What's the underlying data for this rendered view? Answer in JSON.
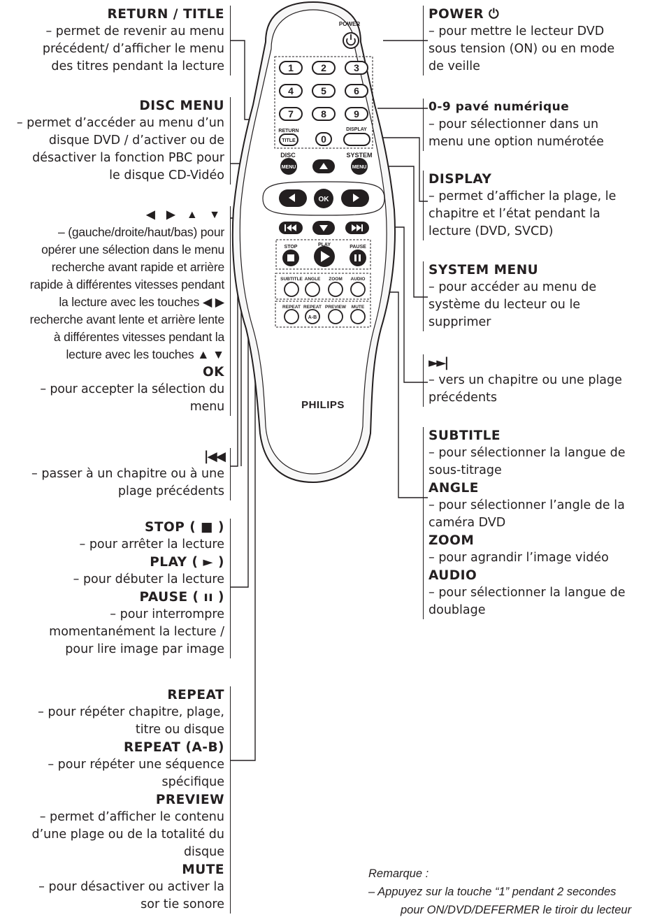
{
  "left_blocks": [
    {
      "id": "return-title",
      "title": "RETURN / TITLE",
      "lines": [
        "– permet de revenir au menu",
        "précédent/ d’afficher le menu",
        "des titres pendant la lecture"
      ]
    },
    {
      "id": "disc-menu",
      "title": "DISC MENU",
      "lines": [
        "– permet d’accéder au menu d’un",
        "disque DVD / d’activer ou de",
        "désactiver la fonction PBC pour",
        "le disque CD-Vidéo"
      ]
    },
    {
      "id": "arrows",
      "title": "◀ ▶ ▲ ▼",
      "lines": [
        "– (gauche/droite/haut/bas) pour",
        "opérer une sélection dans le menu",
        "recherche avant rapide et arrière",
        "rapide à différentes vitesses pendant",
        "la lecture avec les touches ◀ ▶",
        "recherche avant lente et arrière lente",
        "à différentes vitesses pendant la",
        "lecture avec les touches ▲ ▼"
      ],
      "sub_title": "OK",
      "sub_lines": [
        "– pour accepter la sélection du",
        "menu"
      ]
    },
    {
      "id": "prev",
      "title": "|◀◀",
      "lines": [
        "– passer à un chapitre ou à une",
        "plage précédents"
      ]
    },
    {
      "id": "stop-play-pause",
      "items": [
        {
          "title": "STOP ( ■ )",
          "lines": [
            "– pour arrêter la lecture"
          ]
        },
        {
          "title": "PLAY ( ► )",
          "lines": [
            "– pour débuter la lecture"
          ]
        },
        {
          "title": "PAUSE ( ıı )",
          "lines": [
            "– pour interrompre",
            "momentanément la lecture /",
            "pour lire image par image"
          ]
        }
      ]
    },
    {
      "id": "repeat-mute",
      "items": [
        {
          "title": "REPEAT",
          "lines": [
            "– pour répéter chapitre, plage,",
            "titre ou disque"
          ]
        },
        {
          "title": "REPEAT (A-B)",
          "lines": [
            "– pour répéter une séquence",
            "spécifique"
          ]
        },
        {
          "title": "PREVIEW",
          "lines": [
            "– permet d’afficher le contenu",
            "d’une plage ou de la totalité du",
            "disque"
          ]
        },
        {
          "title": "MUTE",
          "lines": [
            "– pour désactiver ou activer la",
            "sor tie sonore"
          ]
        }
      ]
    }
  ],
  "right_blocks": [
    {
      "id": "power",
      "title": "POWER ⏻",
      "lines": [
        "– pour mettre le lecteur DVD",
        "sous tension (ON) ou en mode",
        "de veille"
      ]
    },
    {
      "id": "numpad",
      "title": "0-9 pavé numérique",
      "lines": [
        "– pour sélectionner dans un",
        "menu une option numérotée"
      ]
    },
    {
      "id": "display",
      "title": "DISPLAY",
      "lines": [
        "– permet d’afficher la plage, le",
        "chapitre et l’état pendant la",
        "lecture (DVD, SVCD)"
      ]
    },
    {
      "id": "system-menu",
      "title": "SYSTEM MENU",
      "lines": [
        "– pour accéder au menu de",
        "système du lecteur ou le",
        "supprimer"
      ]
    },
    {
      "id": "next",
      "title": "►►|",
      "lines": [
        "– vers un chapitre ou une plage",
        "précédents"
      ]
    },
    {
      "id": "subtitle-audio",
      "items": [
        {
          "title": "SUBTITLE",
          "lines": [
            "– pour sélectionner la langue de",
            "sous-titrage"
          ]
        },
        {
          "title": "ANGLE",
          "lines": [
            "– pour sélectionner l’angle de la",
            "caméra DVD"
          ]
        },
        {
          "title": "ZOOM",
          "lines": [
            "– pour agrandir l’image vidéo"
          ]
        },
        {
          "title": "AUDIO",
          "lines": [
            "– pour sélectionner la langue de",
            "doublage"
          ]
        }
      ]
    }
  ],
  "note": {
    "title": "Remarque :",
    "line": "– Appuyez sur la touche “1” pendant 2 secondes",
    "cut_line": "pour ON/DVD/DEFERMER le tiroir du lecteur"
  },
  "remote": {
    "brand": "PHILIPS",
    "power_label": "POWER",
    "digits": [
      "1",
      "2",
      "3",
      "4",
      "5",
      "6",
      "7",
      "8",
      "9",
      "0"
    ],
    "return_label": "RETURN",
    "title_label": "TITLE",
    "display_label": "DISPLAY",
    "disc_label": "DISC",
    "system_label": "SYSTEM",
    "menu_label": "MENU",
    "ok_label": "OK",
    "stop_label": "STOP",
    "play_label": "PLAY",
    "pause_label": "PAUSE",
    "subtitle_label": "SUBTITLE",
    "angle_label": "ANGLE",
    "zoom_label": "ZOOM",
    "audio_label": "AUDIO",
    "repeat_label": "REPEAT",
    "repeat_ab_label": "REPEAT",
    "ab_label": "A-B",
    "preview_label": "PREVIEW",
    "mute_label": "MUTE"
  }
}
